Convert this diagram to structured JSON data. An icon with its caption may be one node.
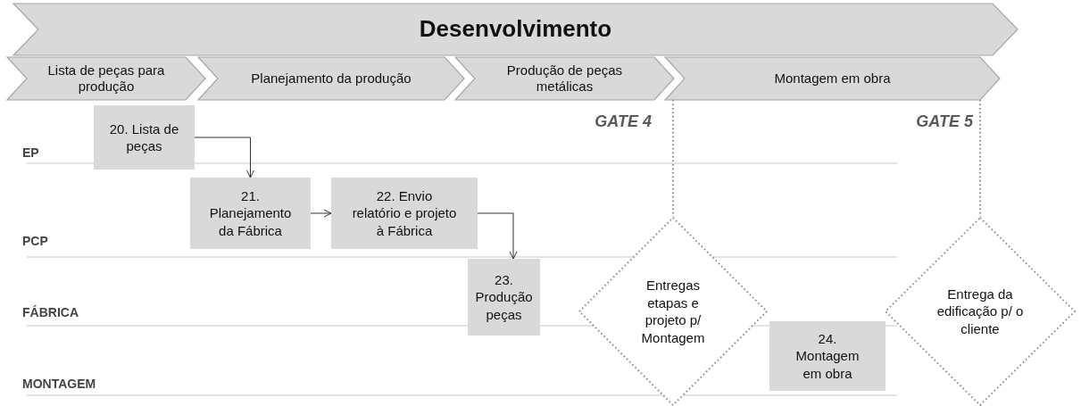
{
  "diagram": {
    "nodes": [
      {
        "text": [
          "Desenvolvimento"
        ]
      },
      {
        "text": [
          "Lista de peças para produção"
        ]
      },
      {
        "text": [
          "Planejamento da produção"
        ]
      },
      {
        "text": [
          "Produção de peças metálicas"
        ]
      },
      {
        "text": [
          "Montagem em obra"
        ]
      },
      {
        "text": [
          "20. Lista de peças"
        ]
      },
      {
        "text": [
          "21. Planejamento da Fábrica"
        ]
      },
      {
        "text": [
          "22. Envio relatório e projeto à Fábrica"
        ]
      },
      {
        "text": [
          "23. Produção peças"
        ]
      },
      {
        "text": [
          "Entregas etapas e projeto p/ Montagem"
        ]
      },
      {
        "text": [
          "24. Montagem em obra"
        ]
      },
      {
        "text": [
          "Entrega da edificação p/ o cliente"
        ]
      }
    ],
    "edges": [
      {
        "from": 5,
        "to": 6,
        "arrow": "to"
      },
      {
        "from": 6,
        "to": 7,
        "arrow": "to"
      },
      {
        "from": 7,
        "to": 8,
        "arrow": "to"
      },
      {
        "from": 4,
        "to": 9,
        "arrow": "none",
        "style": "dashed",
        "color": "#888888"
      },
      {
        "from": 4,
        "to": 11,
        "arrow": "none",
        "style": "dashed",
        "color": "#888888"
      }
    ],
    "labels": [
      "GATE 4",
      "GATE 5",
      "EP",
      "PCP",
      "FÁBRICA",
      "MONTAGEM"
    ]
  }
}
